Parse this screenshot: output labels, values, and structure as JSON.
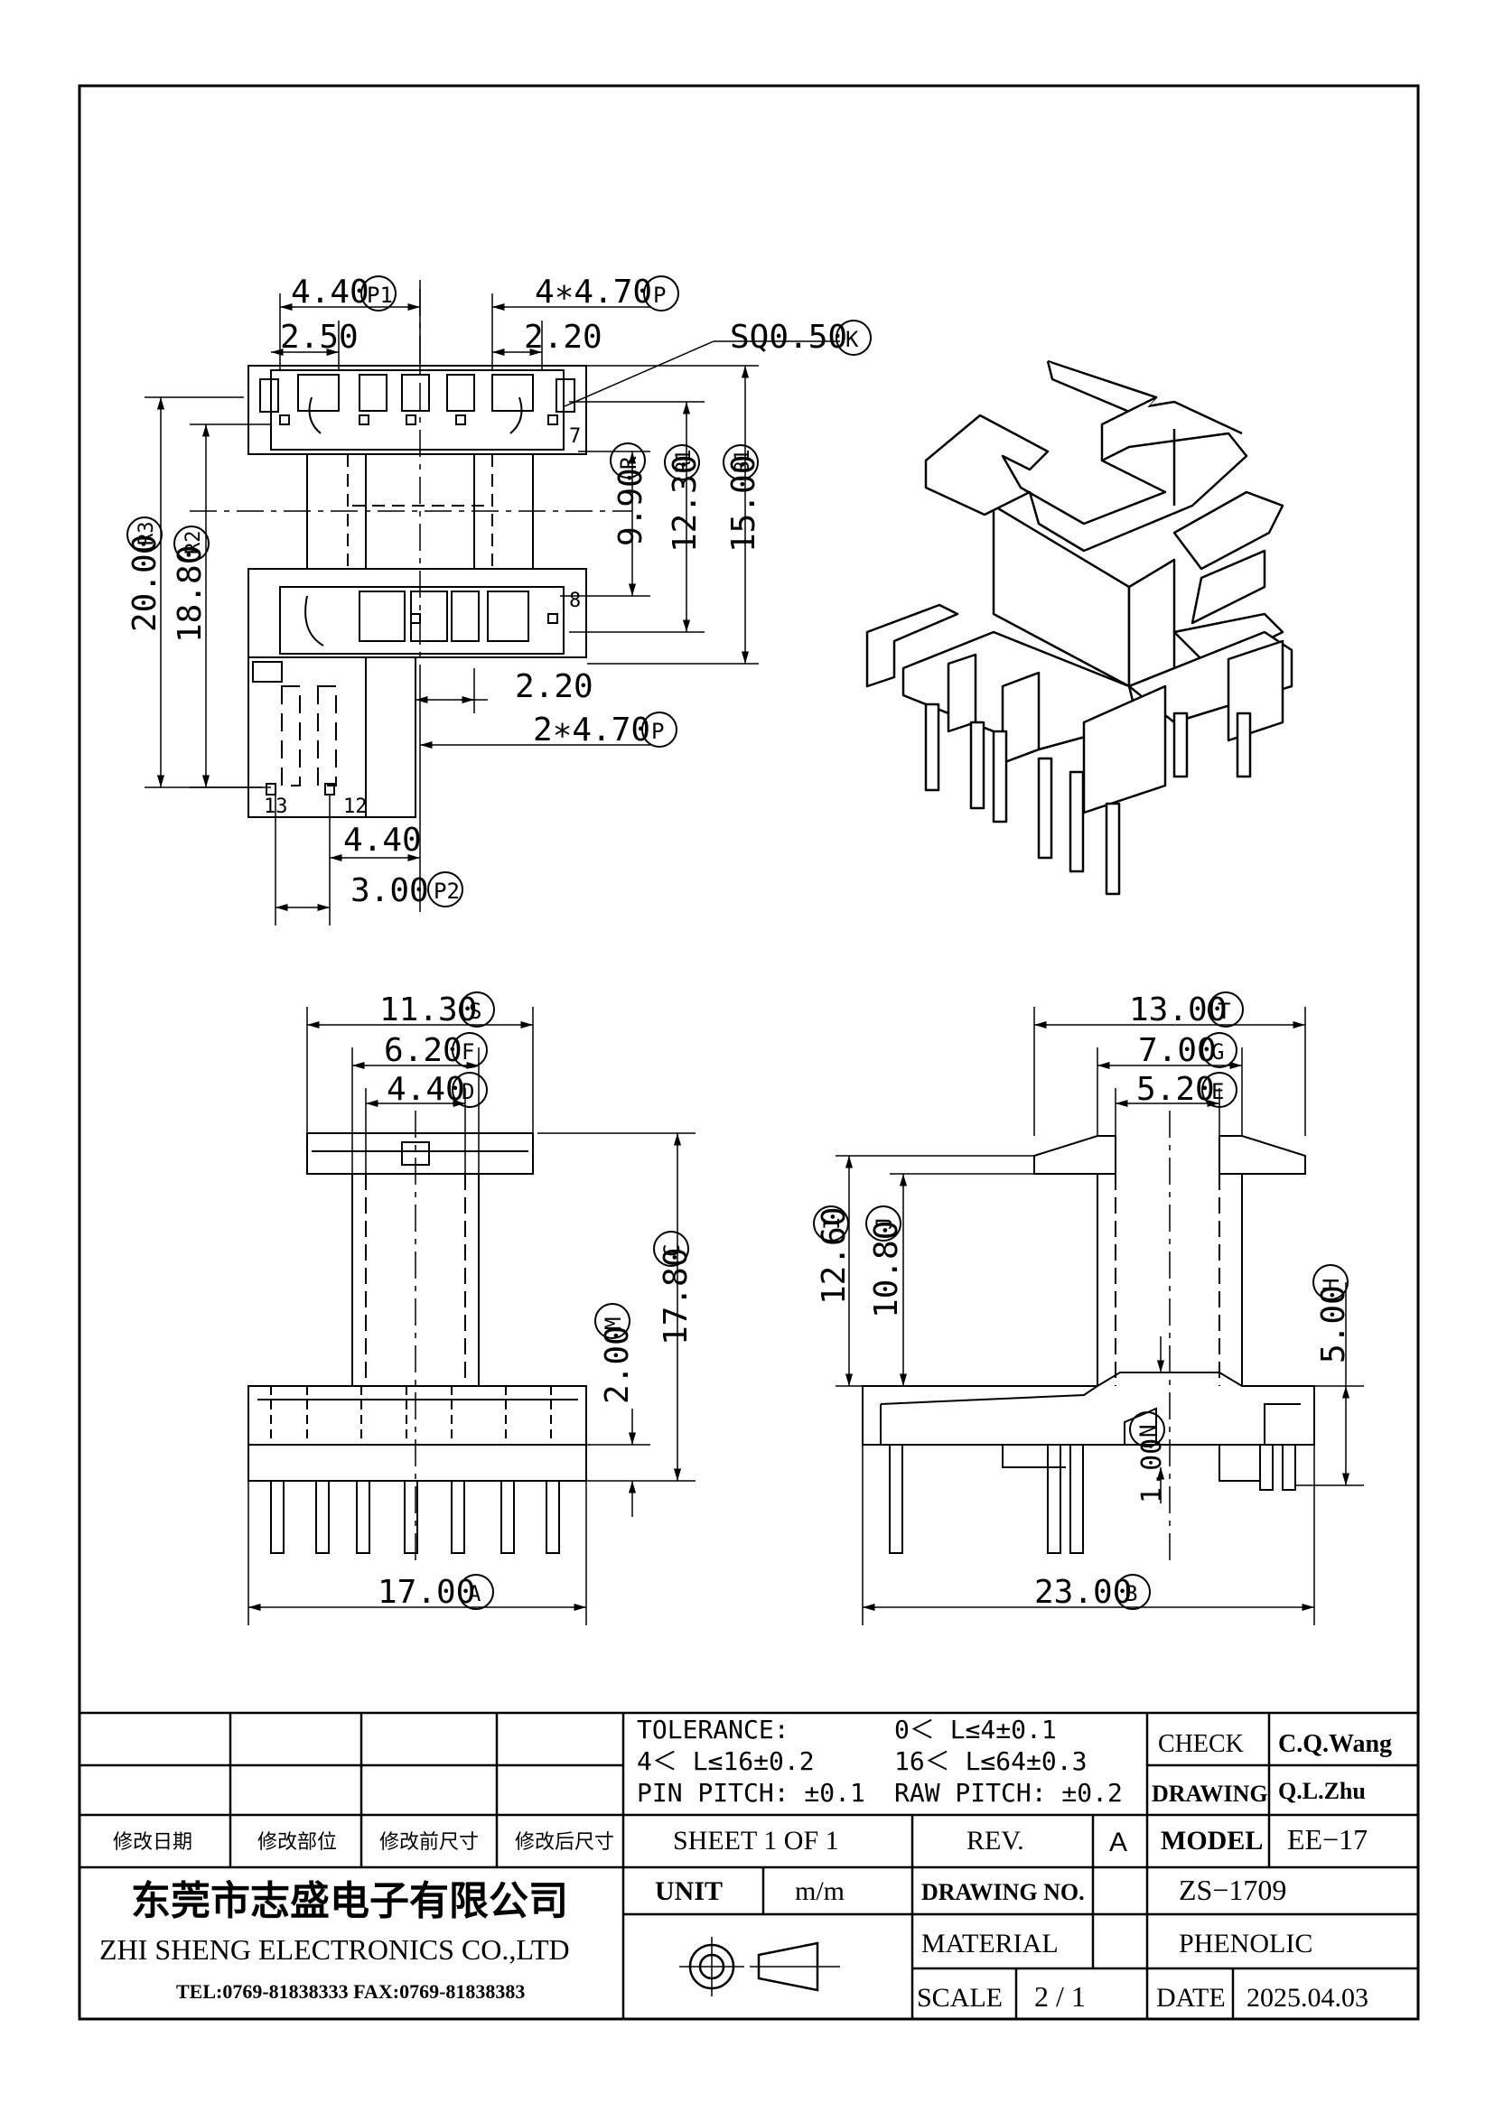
{
  "dimensions": {
    "top": {
      "p1": "4.40",
      "p1_tag": "P1",
      "pitch4": "4∗4.70",
      "p_tag": "P",
      "d250": "2.50",
      "d220a": "2.20",
      "sq": "SQ0.50",
      "k_tag": "K",
      "pin7": "7",
      "pin8": "8",
      "pin13": "13",
      "pin12": "12",
      "r990": "9.90",
      "r_tag": "R",
      "r1230": "12.30",
      "r1_tag": "R1",
      "b1500": "15.00",
      "b1_tag": "B1",
      "r2000": "20.00",
      "r3_tag": "R3",
      "r1880": "18.80",
      "r2_tag": "R2",
      "d220b": "2.20",
      "pitch2": "2∗4.70",
      "d440": "4.40",
      "d300": "3.00",
      "p2_tag": "P2"
    },
    "front": {
      "s": "11.30",
      "s_tag": "S",
      "f": "6.20",
      "f_tag": "F",
      "d": "4.40",
      "d_tag": "D",
      "c": "17.80",
      "c_tag": "C",
      "m": "2.00",
      "m_tag": "M",
      "a": "17.00",
      "a_tag": "A"
    },
    "side": {
      "t": "13.00",
      "t_tag": "T",
      "g": "7.00",
      "g_tag": "G",
      "e": "5.20",
      "e_tag": "E",
      "i": "12.60",
      "i_tag": "I",
      "j": "10.80",
      "j_tag": "J",
      "h": "5.00",
      "h_tag": "H",
      "n": "1.00",
      "n_tag": "N",
      "b": "23.00",
      "b_tag": "B"
    }
  },
  "title_block": {
    "tolerance_label": "TOLERANCE:",
    "tol1": "0＜ L≤4±0.1",
    "tol2": "4＜ L≤16±0.2",
    "tol3": "16＜ L≤64±0.3",
    "pin_pitch": "PIN  PITCH: ±0.1",
    "raw_pitch": "RAW  PITCH: ±0.2",
    "check_label": "CHECK",
    "check_value": "C.Q.Wang",
    "drawing_label": "DRAWING",
    "drawing_value": "Q.L.Zhu",
    "rev_headers": [
      "修改日期",
      "修改部位",
      "修改前尺寸",
      "修改后尺寸"
    ],
    "sheet": "SHEET  1  OF  1",
    "rev_label": "REV.",
    "rev_value": "A",
    "model_label": "MODEL",
    "model_value": "EE−17",
    "company_cn": "东莞市志盛电子有限公司",
    "company_en": "ZHI SHENG  ELECTRONICS CO.,LTD",
    "contact": "TEL:0769-81838333 FAX:0769-81838383",
    "unit_label": "UNIT",
    "unit_value": "m/m",
    "drawing_no_label": "DRAWING  NO.",
    "drawing_no_value": "ZS−1709",
    "material_label": "MATERIAL",
    "material_value": "PHENOLIC",
    "scale_label": "SCALE",
    "scale_value": "2  /  1",
    "date_label": "DATE",
    "date_value": "2025.04.03"
  }
}
